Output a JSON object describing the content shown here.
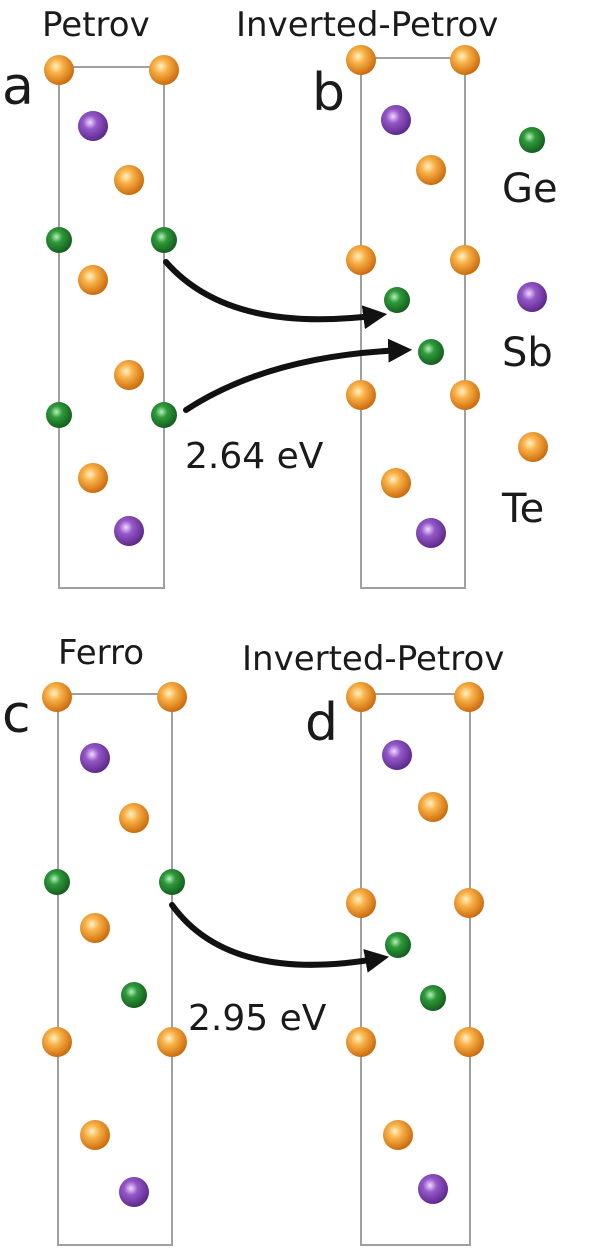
{
  "colors": {
    "Ge": "#1f7a2a",
    "Sb": "#7b3fa6",
    "Te": "#e8891a",
    "cell": "#a0a0a0",
    "arrow": "#111111"
  },
  "legend": {
    "ge_label": "Ge",
    "sb_label": "Sb",
    "te_label": "Te"
  },
  "panels": {
    "a": {
      "letter": "a",
      "title": "Petrov"
    },
    "b": {
      "letter": "b",
      "title": "Inverted-Petrov"
    },
    "c": {
      "letter": "c",
      "title": "Ferro"
    },
    "d": {
      "letter": "d",
      "title": "Inverted-Petrov"
    }
  },
  "transitions": {
    "top_barrier": "2.64 eV",
    "bottom_barrier": "2.95 eV"
  }
}
